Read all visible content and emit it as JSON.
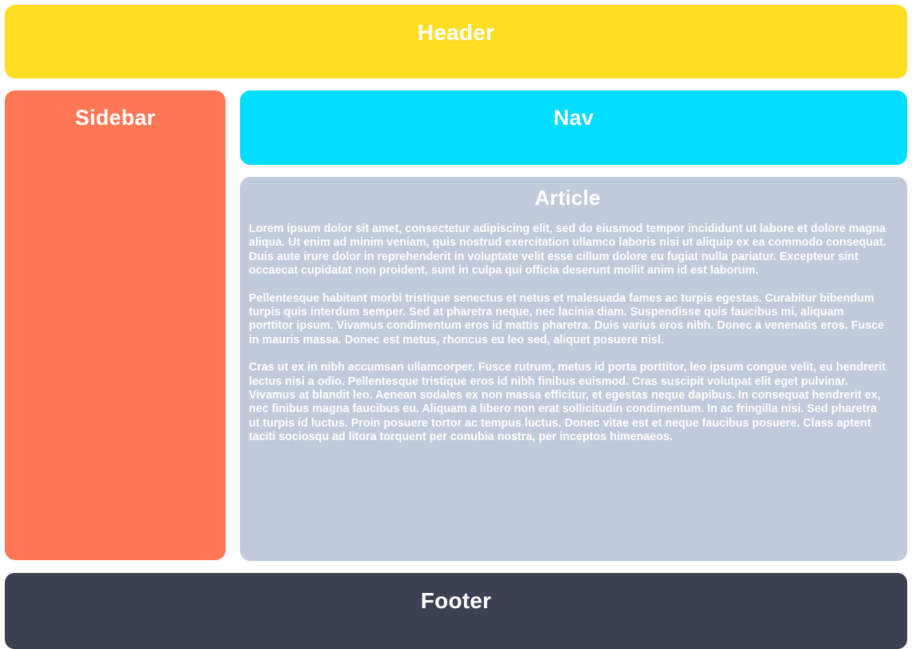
{
  "layout": {
    "regions": [
      {
        "key": "header",
        "title": "Header",
        "color": "#ffdd22"
      },
      {
        "key": "sidebar",
        "title": "Sidebar",
        "color": "#ff7755"
      },
      {
        "key": "nav",
        "title": "Nav",
        "color": "#00ddff"
      },
      {
        "key": "article",
        "title": "Article",
        "color": "#c0cada"
      },
      {
        "key": "footer",
        "title": "Footer",
        "color": "#3b4150"
      }
    ]
  },
  "header": {
    "title": "Header"
  },
  "sidebar": {
    "title": "Sidebar"
  },
  "nav": {
    "title": "Nav"
  },
  "article": {
    "title": "Article",
    "paragraphs": [
      "Lorem ipsum dolor sit amet, consectetur adipiscing elit, sed do eiusmod tempor incididunt ut labore et dolore magna aliqua. Ut enim ad minim veniam, quis nostrud exercitation ullamco laboris nisi ut aliquip ex ea commodo consequat. Duis aute irure dolor in reprehenderit in voluptate velit esse cillum dolore eu fugiat nulla pariatur. Excepteur sint occaecat cupidatat non proident, sunt in culpa qui officia deserunt mollit anim id est laborum.",
      "Pellentesque habitant morbi tristique senectus et netus et malesuada fames ac turpis egestas. Curabitur bibendum turpis quis interdum semper. Sed at pharetra neque, nec lacinia diam. Suspendisse quis faucibus mi, aliquam porttitor ipsum. Vivamus condimentum eros id mattis pharetra. Duis varius eros nibh. Donec a venenatis eros. Fusce in mauris massa. Donec est metus, rhoncus eu leo sed, aliquet posuere nisl.",
      "Cras ut ex in nibh accumsan ullamcorper. Fusce rutrum, metus id porta porttitor, leo ipsum congue velit, eu hendrerit lectus nisi a odio. Pellentesque tristique eros id nibh finibus euismod. Cras suscipit volutpat elit eget pulvinar. Vivamus at blandit leo. Aenean sodales ex non massa efficitur, et egestas neque dapibus. In consequat hendrerit ex, nec finibus magna faucibus eu. Aliquam a libero non erat sollicitudin condimentum. In ac fringilla nisi. Sed pharetra ut turpis id luctus. Proin posuere tortor ac tempus luctus. Donec vitae est et neque faucibus posuere. Class aptent taciti sociosqu ad litora torquent per conubia nostra, per inceptos himenaeos."
    ]
  },
  "footer": {
    "title": "Footer"
  }
}
